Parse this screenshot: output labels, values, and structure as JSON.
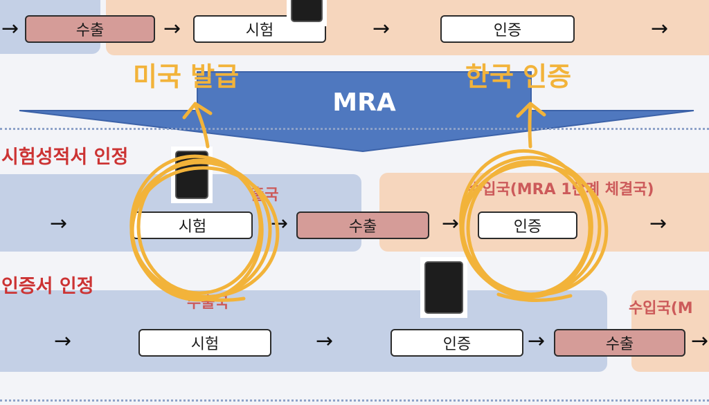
{
  "top_row": {
    "boxes": [
      "수출",
      "시험",
      "인증"
    ]
  },
  "annotations": {
    "left": "미국 발급",
    "right": "한국 인증"
  },
  "banner": {
    "label": "MRA"
  },
  "section1": {
    "title": "시험성적서 인정",
    "left_panel_label": "출국",
    "right_panel_label": "수입국(MRA 1단계 체결국)",
    "boxes": [
      "시험",
      "수출",
      "인증"
    ]
  },
  "section2": {
    "title": "인증서 인정",
    "left_panel_label": "수출국",
    "right_panel_label": "수입국(M",
    "boxes": [
      "시험",
      "인증",
      "수출"
    ]
  },
  "colors": {
    "accent_yellow": "#f2b33a",
    "title_red": "#cc3333",
    "banner_blue": "#4f78bf",
    "box_red": "#d59c98",
    "panel_blue": "#c4d0e6",
    "panel_peach": "#f6d6bd"
  }
}
